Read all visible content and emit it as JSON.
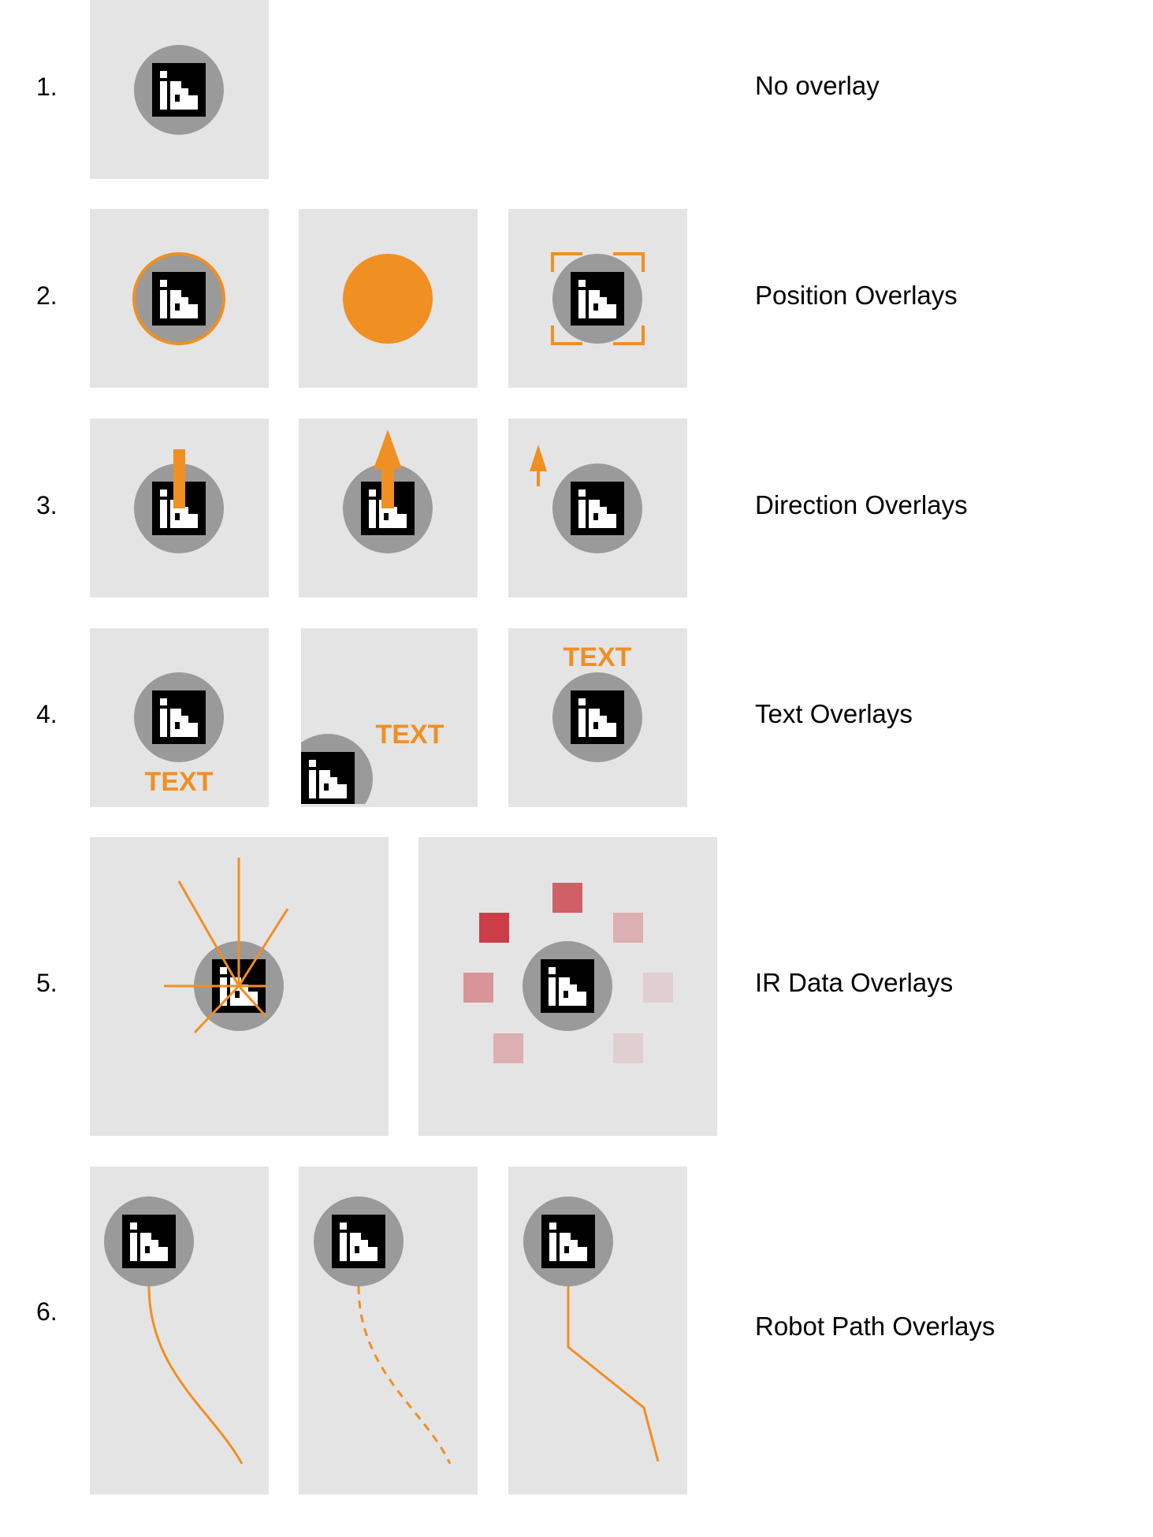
{
  "colors": {
    "panel": "#e4e4e4",
    "robot_body": "#9a9a9a",
    "marker_black": "#000000",
    "marker_white": "#ffffff",
    "accent": "#f08f22",
    "ir_red": "#c9343f"
  },
  "icons": {
    "robot": "robot-marker-icon"
  },
  "ir_intensities": [
    0.95,
    0.75,
    0.3,
    0.12,
    0.12,
    0.3,
    0.45
  ],
  "rows": [
    {
      "number": "1.",
      "caption": "No overlay"
    },
    {
      "number": "2.",
      "caption": "Position Overlays"
    },
    {
      "number": "3.",
      "caption": "Direction Overlays"
    },
    {
      "number": "4.",
      "caption": "Text Overlays",
      "overlay_text": "TEXT"
    },
    {
      "number": "5.",
      "caption": "IR Data Overlays"
    },
    {
      "number": "6.",
      "caption": "Robot Path Overlays"
    }
  ]
}
